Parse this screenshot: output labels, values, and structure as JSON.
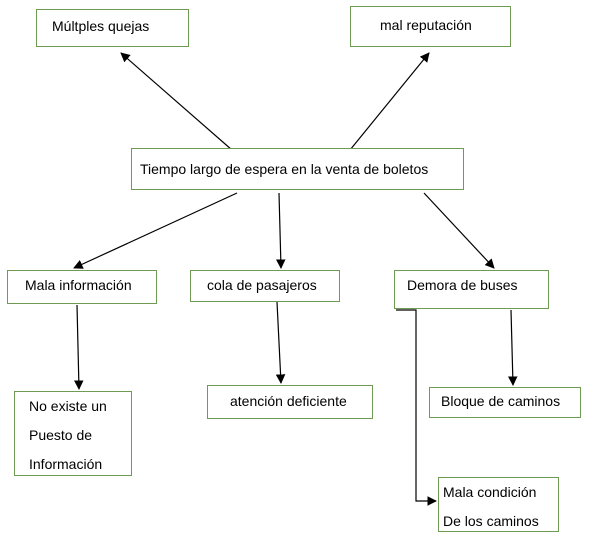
{
  "nodes": {
    "complaints": "Múltples quejas",
    "reputation": "mal reputación",
    "center": "Tiempo largo de espera en la venta de boletos",
    "bad_info": "Mala información",
    "queue": "cola de pasajeros",
    "bus_delay": "Demora de buses",
    "no_info_desk": [
      "No existe un",
      "Puesto de",
      "Información"
    ],
    "poor_service": "atención deficiente",
    "road_block": "Bloque de caminos",
    "road_condition": [
      "Mala condición",
      "De los caminos"
    ]
  },
  "colors": {
    "box_border": "#6f9a52",
    "line": "#000000"
  }
}
